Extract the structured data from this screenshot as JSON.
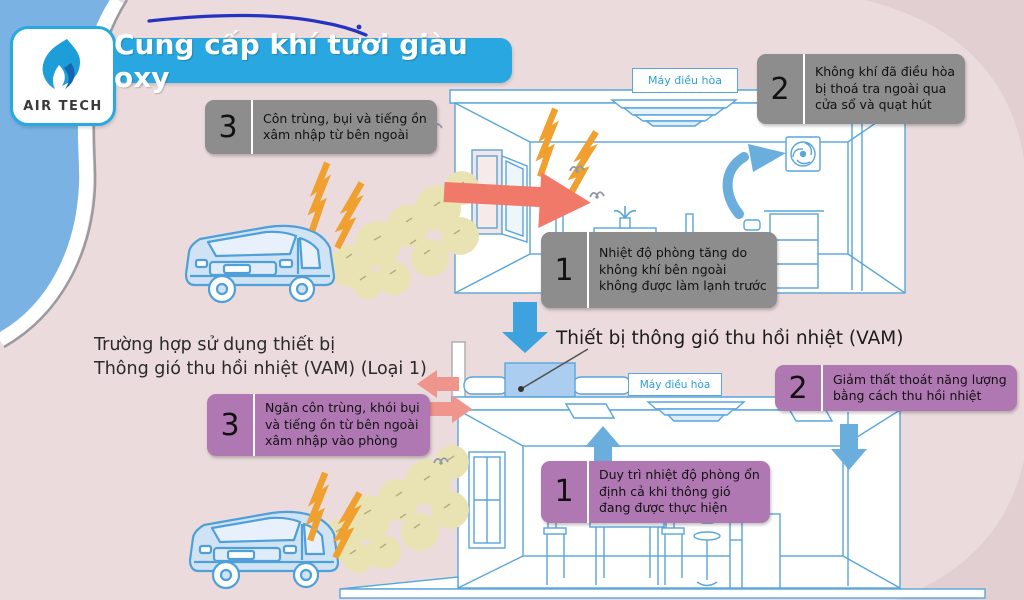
{
  "brand": {
    "name": "AIR TECH"
  },
  "title": "Cung cấp khí tươi giàu oxy",
  "scenario_top": {
    "ac_unit_label": "Máy điều hòa",
    "callout_1": {
      "num": "1",
      "text": "Nhiệt độ phòng tăng do\nkhông khí bên ngoài\nkhông được làm lạnh trước"
    },
    "callout_2": {
      "num": "2",
      "text": "Không khí đã điều hòa\nbị thoá tra ngoài qua\ncửa sổ và quạt hút"
    },
    "callout_3": {
      "num": "3",
      "text": "Côn trùng, bụi và tiếng ồn\nxâm nhập từ bên ngoài"
    }
  },
  "vam_pointer_label": "Thiết bị thông gió thu hồi nhiệt (VAM)",
  "scenario_bottom": {
    "heading": "Trường hợp sử dụng thiết bị\nThông gió thu hồi nhiệt (VAM) (Loại 1)",
    "ac_unit_label": "Máy điều hòa",
    "callout_1": {
      "num": "1",
      "text": "Duy trì nhiệt độ phòng ổn\nđịnh cả khi thông gió\nđang được thực hiện"
    },
    "callout_2": {
      "num": "2",
      "text": "Giảm thất thoát năng lượng\nbằng cách thu hồi nhiệt"
    },
    "callout_3": {
      "num": "3",
      "text": "Ngăn côn trùng, khói bụi\nvà tiếng ồn từ bên ngoài\nxâm nhập vào phòng"
    }
  },
  "colors": {
    "background": "#ebdbdd",
    "title_blue": "#29a7e0",
    "callout_gray": "#8d8d8d",
    "callout_purple": "#b078b2",
    "line_blue": "#58a6db",
    "arrow_red": "#f0796a",
    "arrow_salmon": "#ef958c",
    "arrow_blue": "#6aaede",
    "lightning_orange": "#efa02f",
    "smoke_yellow": "#e9e3b4",
    "deco_blue": "#79b2e3"
  }
}
